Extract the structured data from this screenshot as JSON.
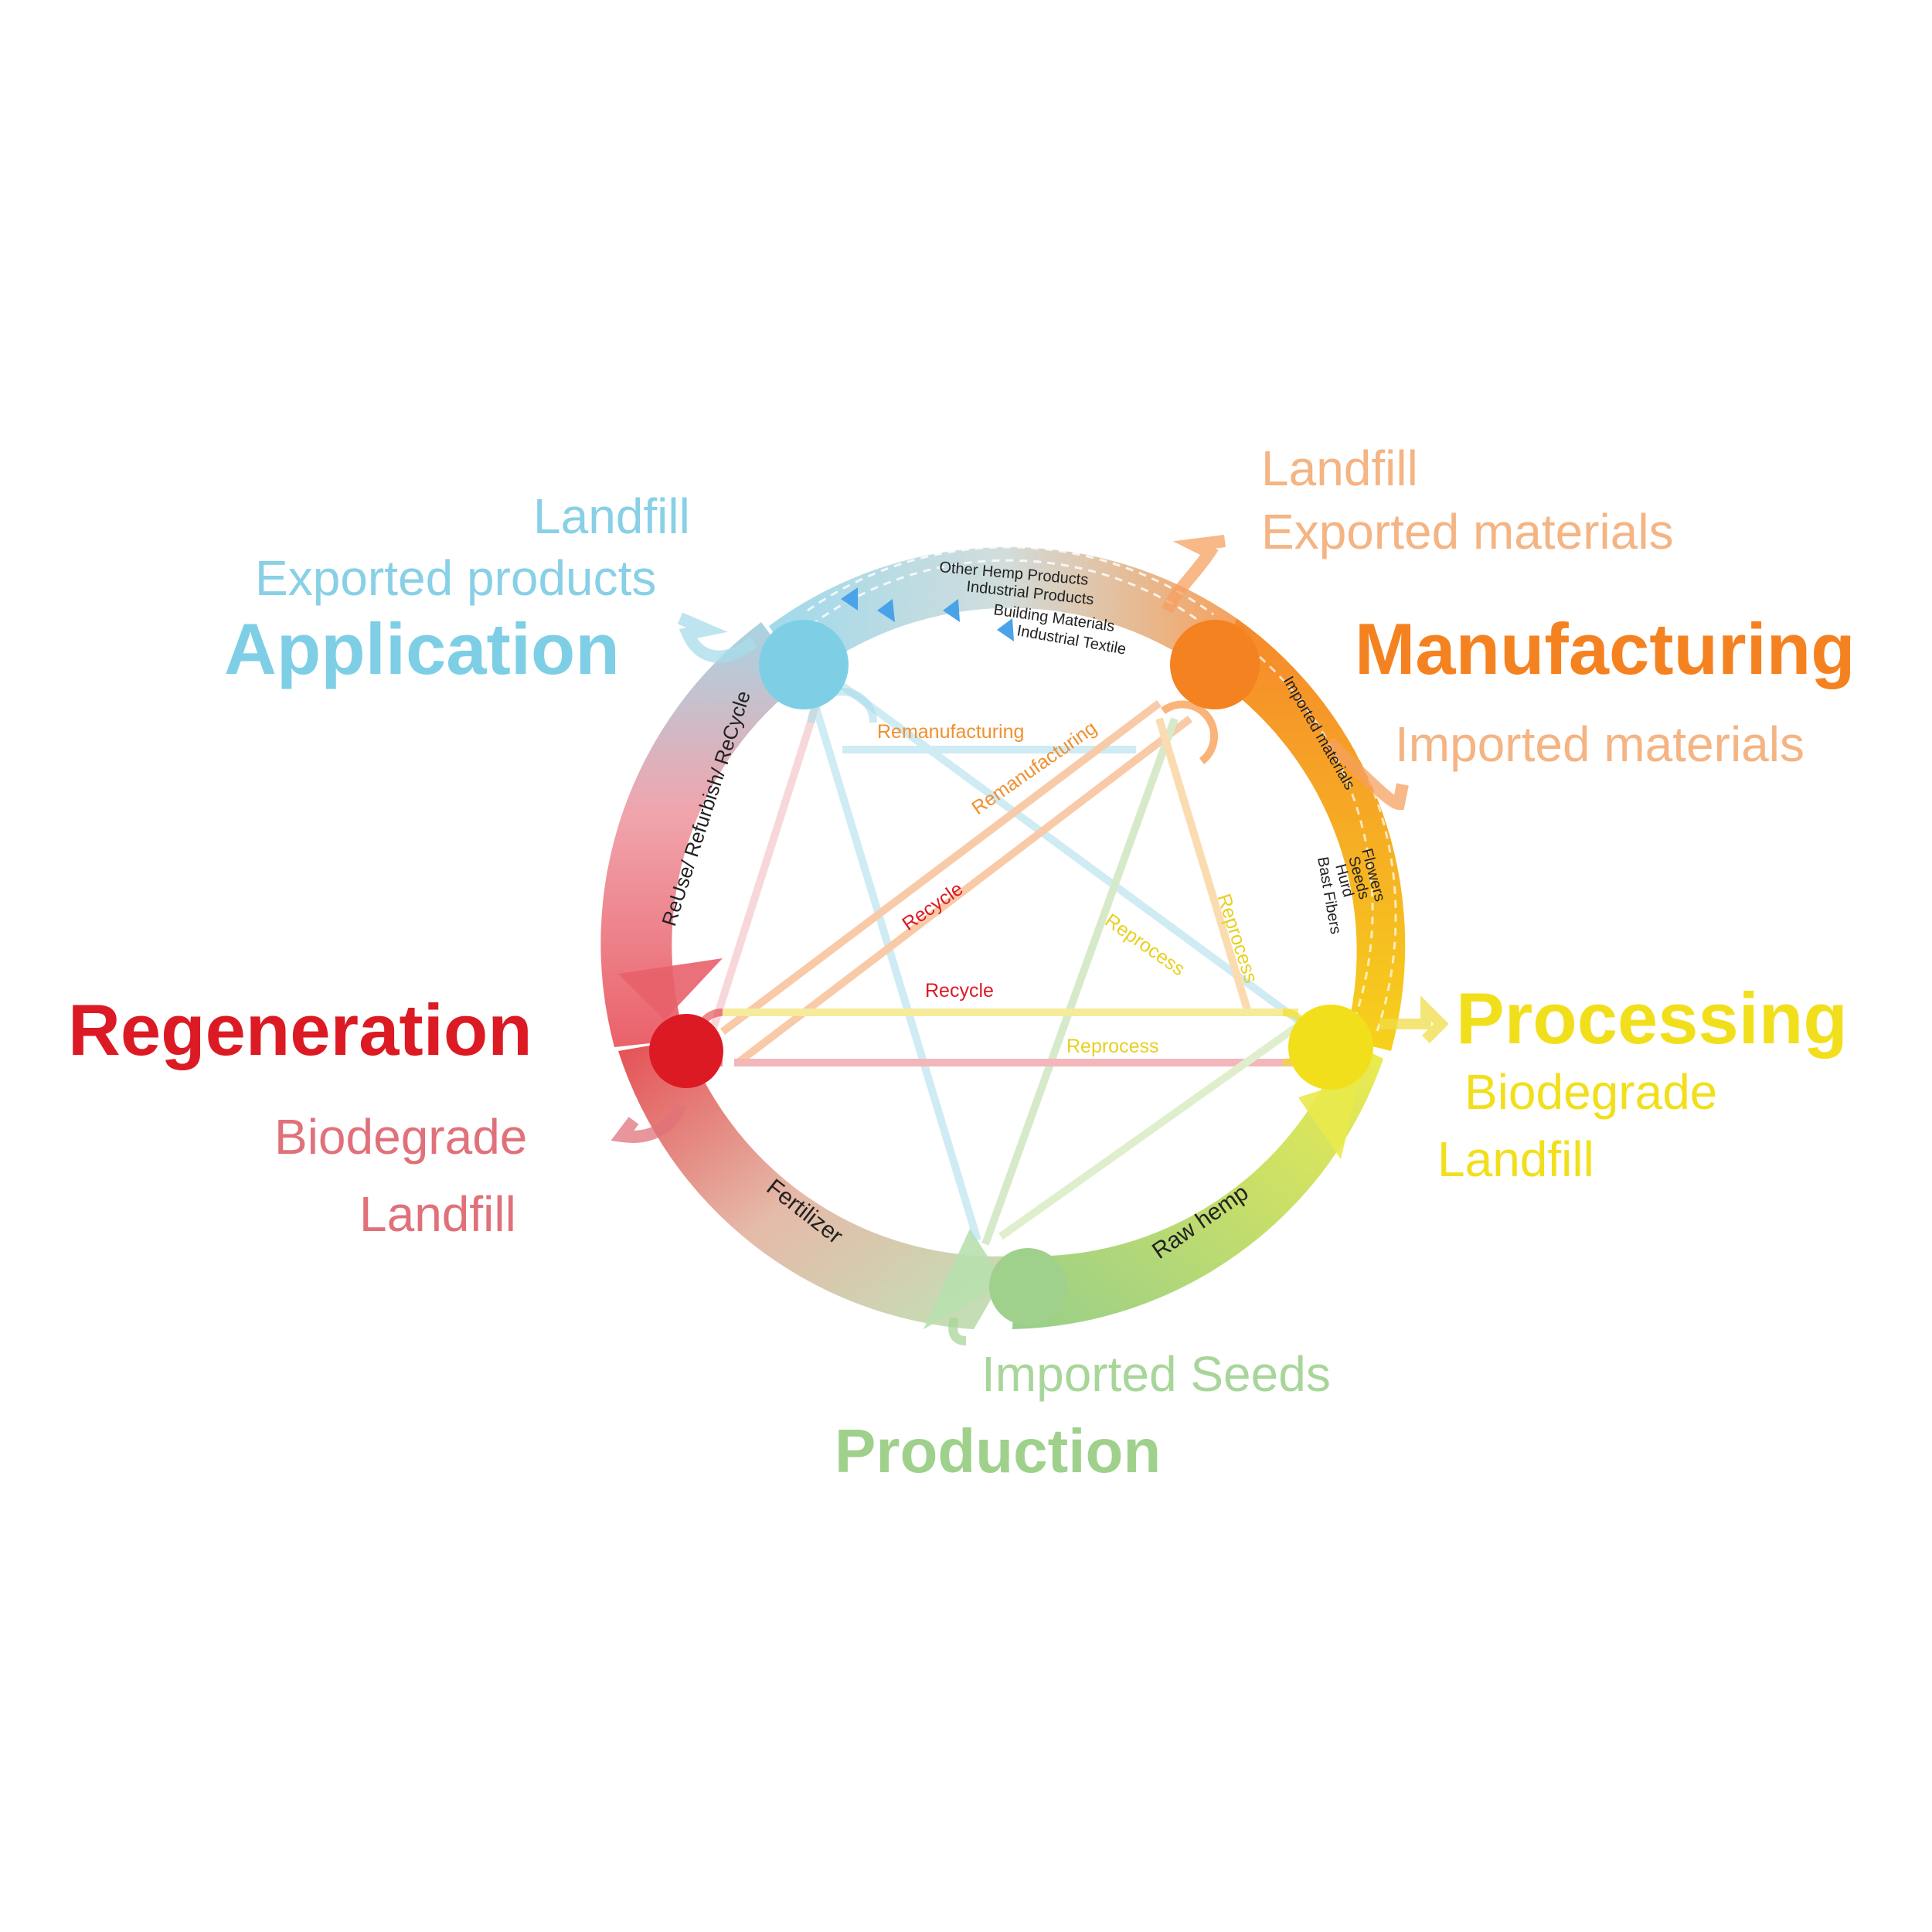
{
  "stages": {
    "application": {
      "label": "Application",
      "color": "#7ecfe6"
    },
    "manufacturing": {
      "label": "Manufacturing",
      "color": "#f58220"
    },
    "processing": {
      "label": "Processing",
      "color": "#f2df1c"
    },
    "production": {
      "label": "Production",
      "color": "#9fd18d"
    },
    "regeneration": {
      "label": "Regeneration",
      "color": "#dc1a24"
    }
  },
  "io_labels": {
    "application_landfill": "Landfill",
    "application_exported": "Exported products",
    "manufacturing_landfill": "Landfill",
    "manufacturing_exported": "Exported materials",
    "manufacturing_imported": "Imported materials",
    "processing_biodegrade": "Biodegrade",
    "processing_landfill": "Landfill",
    "regeneration_biodegrade": "Biodegrade",
    "regeneration_landfill": "Landfill",
    "production_imported": "Imported Seeds"
  },
  "io_colors": {
    "application": "#88d0e6",
    "manufacturing": "#f4b483",
    "processing": "#f2df1c",
    "regeneration": "#e0717a",
    "production": "#a8d69a"
  },
  "arc_labels": {
    "regeneration_application": "ReUse/ Refurbish/ ReCycle",
    "regeneration_production": "Fertilizer",
    "production_processing": "Raw hemp",
    "top_other": "Other Hemp Products",
    "top_industrial_products": "Industrial Products",
    "top_building": "Building Materials",
    "top_textile": "Industrial Textile",
    "right_imported": "Imported materials",
    "right_flowers": "Flowers",
    "right_seeds": "Seeds",
    "right_hurd": "Hurd",
    "right_bast": "Bast Fibers"
  },
  "flow_labels": {
    "remanufacturing_1": "Remanufacturing",
    "remanufacturing_2": "Remanufacturing",
    "recycle_1": "Recycle",
    "recycle_2": "Recycle",
    "reprocess_1": "Reprocess",
    "reprocess_2": "Reprocess",
    "reprocess_3": "Reprocess"
  }
}
